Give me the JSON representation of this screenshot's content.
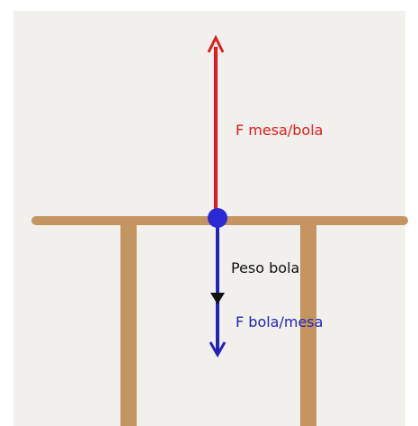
{
  "labels": {
    "force_table_on_ball": "F mesa/bola",
    "ball_weight": "Peso bola",
    "force_ball_on_table": "F bola/mesa"
  },
  "colors": {
    "background": "#f1f0ec",
    "table": "#c49560",
    "force_table_on_ball": "#e01b1b",
    "ball_weight": "#111111",
    "force_ball_on_table": "#2323b8",
    "ball": "#2a2ad6"
  }
}
